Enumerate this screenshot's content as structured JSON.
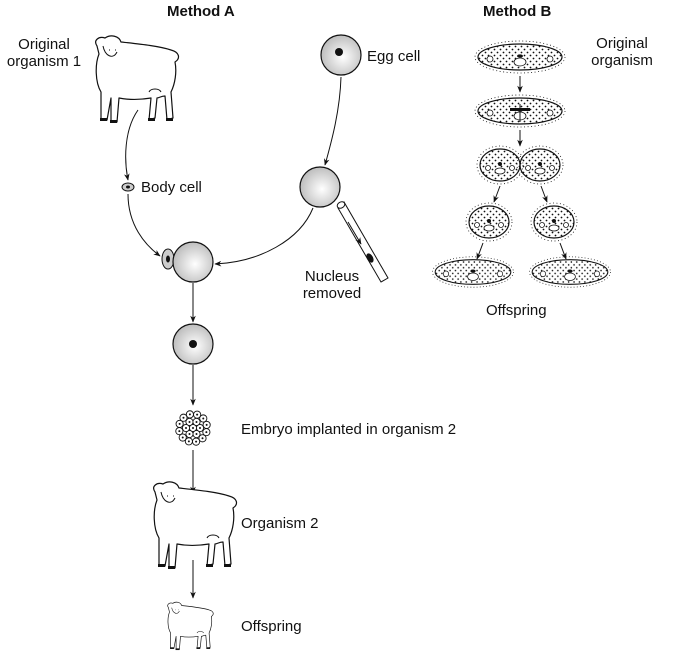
{
  "method_a": {
    "title": "Method A",
    "labels": {
      "original_organism": "Original\norganism 1",
      "egg_cell": "Egg cell",
      "body_cell": "Body cell",
      "nucleus_removed": "Nucleus\nremoved",
      "embryo": "Embryo implanted in organism 2",
      "organism_2": "Organism 2",
      "offspring": "Offspring"
    }
  },
  "method_b": {
    "title": "Method B",
    "labels": {
      "original_organism": "Original\norganism",
      "offspring": "Offspring"
    }
  }
}
